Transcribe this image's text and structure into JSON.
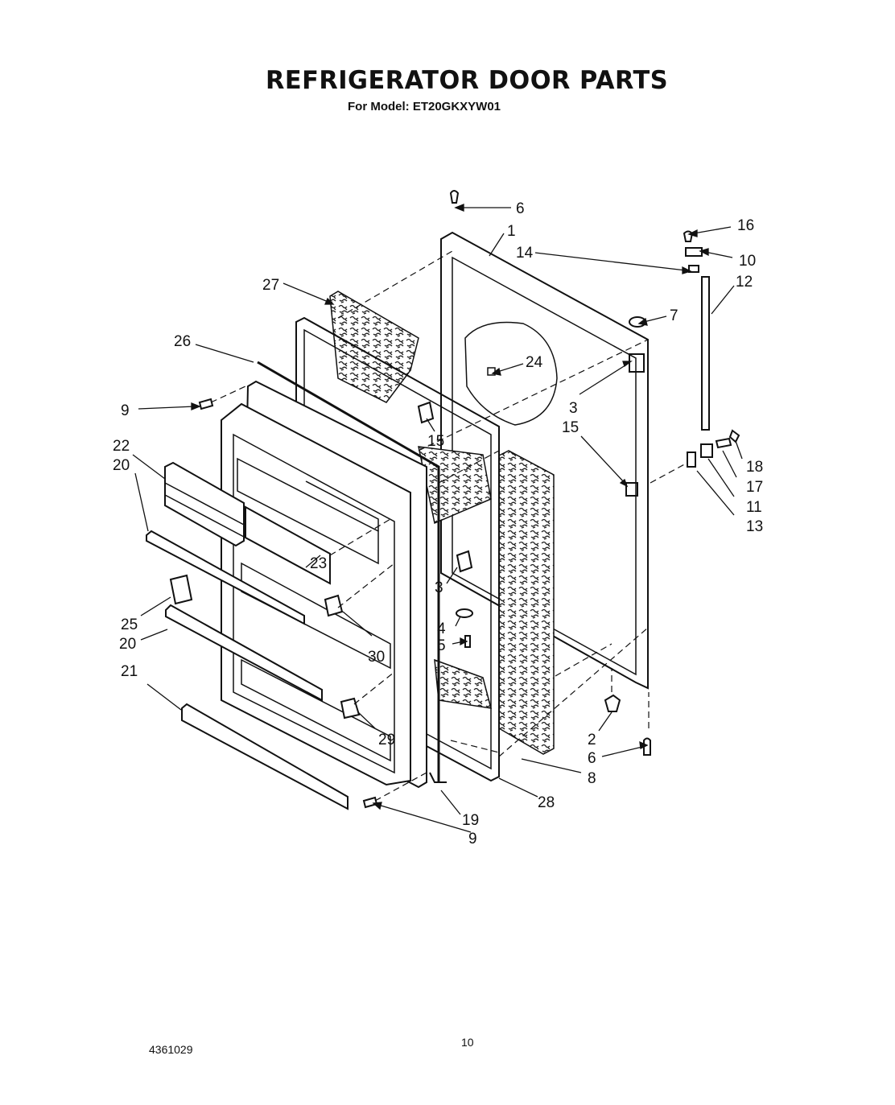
{
  "header": {
    "title": "REFRIGERATOR DOOR PARTS",
    "subtitle": "For Model: ET20GKXYW01"
  },
  "footer": {
    "doc_number": "4361029",
    "page_number": "10"
  },
  "callouts": {
    "c6a": "6",
    "c1": "1",
    "c16": "16",
    "c14": "14",
    "c10": "10",
    "c12": "12",
    "c27": "27",
    "c7": "7",
    "c26": "26",
    "c24": "24",
    "c9a": "9",
    "c3a": "3",
    "c15a": "15",
    "c15b": "15",
    "c22": "22",
    "c20a": "20",
    "c18": "18",
    "c17": "17",
    "c11": "11",
    "c13": "13",
    "c3b": "3",
    "c23": "23",
    "c25": "25",
    "c4": "4",
    "c20b": "20",
    "c5": "5",
    "c30": "30",
    "c21": "21",
    "c29": "29",
    "c2": "2",
    "c6b": "6",
    "c8": "8",
    "c28": "28",
    "c19": "19",
    "c9b": "9"
  }
}
